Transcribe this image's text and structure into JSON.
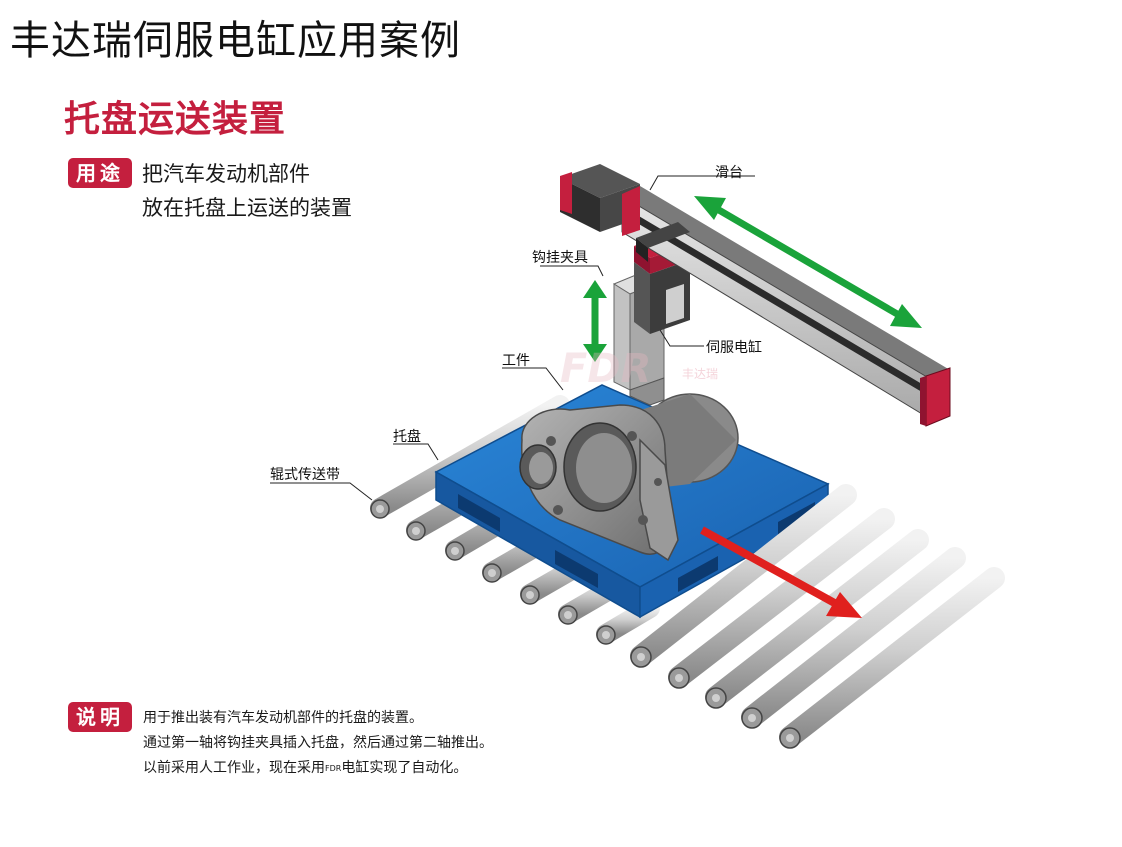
{
  "page_title": "丰达瑞伺服电缸应用案例",
  "section_title": "托盘运送装置",
  "usage": {
    "badge": "用途",
    "lines": [
      "把汽车发动机部件",
      "放在托盘上运送的装置"
    ]
  },
  "description": {
    "badge": "说明",
    "line1": "用于推出装有汽车发动机部件的托盘的装置。",
    "line2": "通过第一轴将钩挂夹具插入托盘，然后通过第二轴推出。",
    "line3_before": "以前采用人工作业，现在采用",
    "line3_fdr": "FDR",
    "line3_after": "电缸实现了自动化。"
  },
  "callouts": {
    "slide": "滑台",
    "hook_jig": "钩挂夹具",
    "servo_cylinder": "伺服电缸",
    "workpiece": "工件",
    "pallet": "托盘",
    "roller_conveyor": "辊式传送带"
  },
  "watermark": "丰达瑞",
  "colors": {
    "accent": "#c41f3e",
    "pallet_blue": "#1a6fc4",
    "arrow_green": "#1aa33a",
    "arrow_red": "#e0201e"
  }
}
